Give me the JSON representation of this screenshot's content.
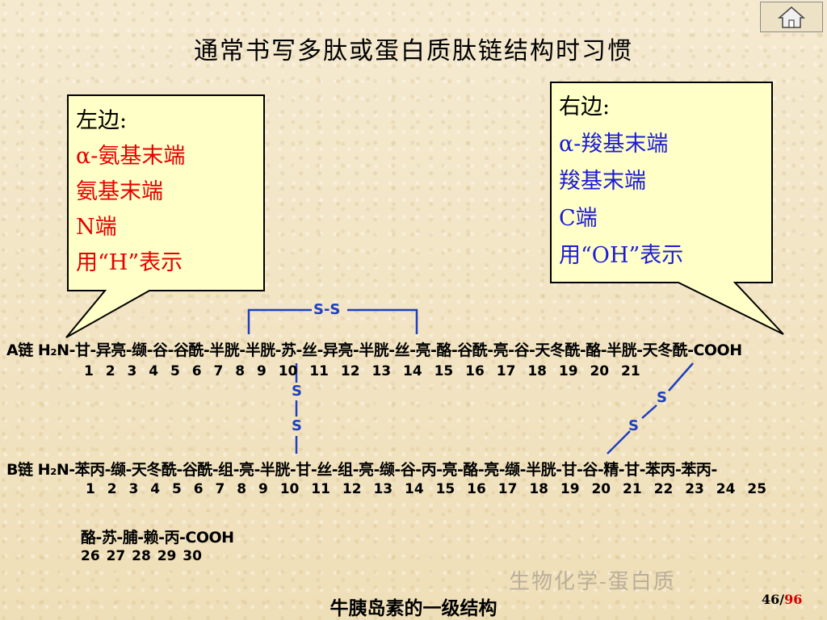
{
  "title": "通常书写多肽或蛋白质肽链结构时习惯",
  "left_callout": {
    "heading": "左边:",
    "lines": [
      "α-氨基末端",
      "氨基末端",
      "N端",
      "用“H”表示"
    ],
    "text_color": "#e60000"
  },
  "right_callout": {
    "heading": "右边:",
    "lines": [
      "α-羧基末端",
      "羧基末端",
      "C端",
      "用“OH”表示"
    ],
    "text_color": "#1c1cd6"
  },
  "chain_a": {
    "label": "A链",
    "sequence": "H₂N-甘-异亮-缬-谷-谷酰-半胱-半胱-苏-丝-异亮-半胱-丝-亮-酪-谷酰-亮-谷-天冬酰-酪-半胱-天冬酰-COOH",
    "numbers": "1  2  3 4  5  6  7  8  9  10  11  12 13 14  15  16 17  18  19 20  21"
  },
  "chain_b": {
    "label": "B链",
    "sequence": "H₂N-苯丙-缬-天冬酰-谷酰-组-亮-半胱-甘-丝-组-亮-缬-谷-丙-亮-酪-亮-缬-半胱-甘-谷-精-甘-苯丙-苯丙-",
    "numbers": "1  2  3  4 5 6  7  8 9 10 11 12 13 14 15 16 17 18  19 20 21 22 23 24  25",
    "continuation": "酪-苏-脯-赖-丙-COOH",
    "continuation_numbers": "26 27 28 29 30"
  },
  "disulfide_label": "S-S",
  "disulfide_atom": "S",
  "bond_color": "#1f3fbf",
  "caption": "牛胰岛素的一级结构",
  "watermark": "生物化学-蛋白质",
  "page": {
    "current": "46/",
    "total": "96"
  }
}
